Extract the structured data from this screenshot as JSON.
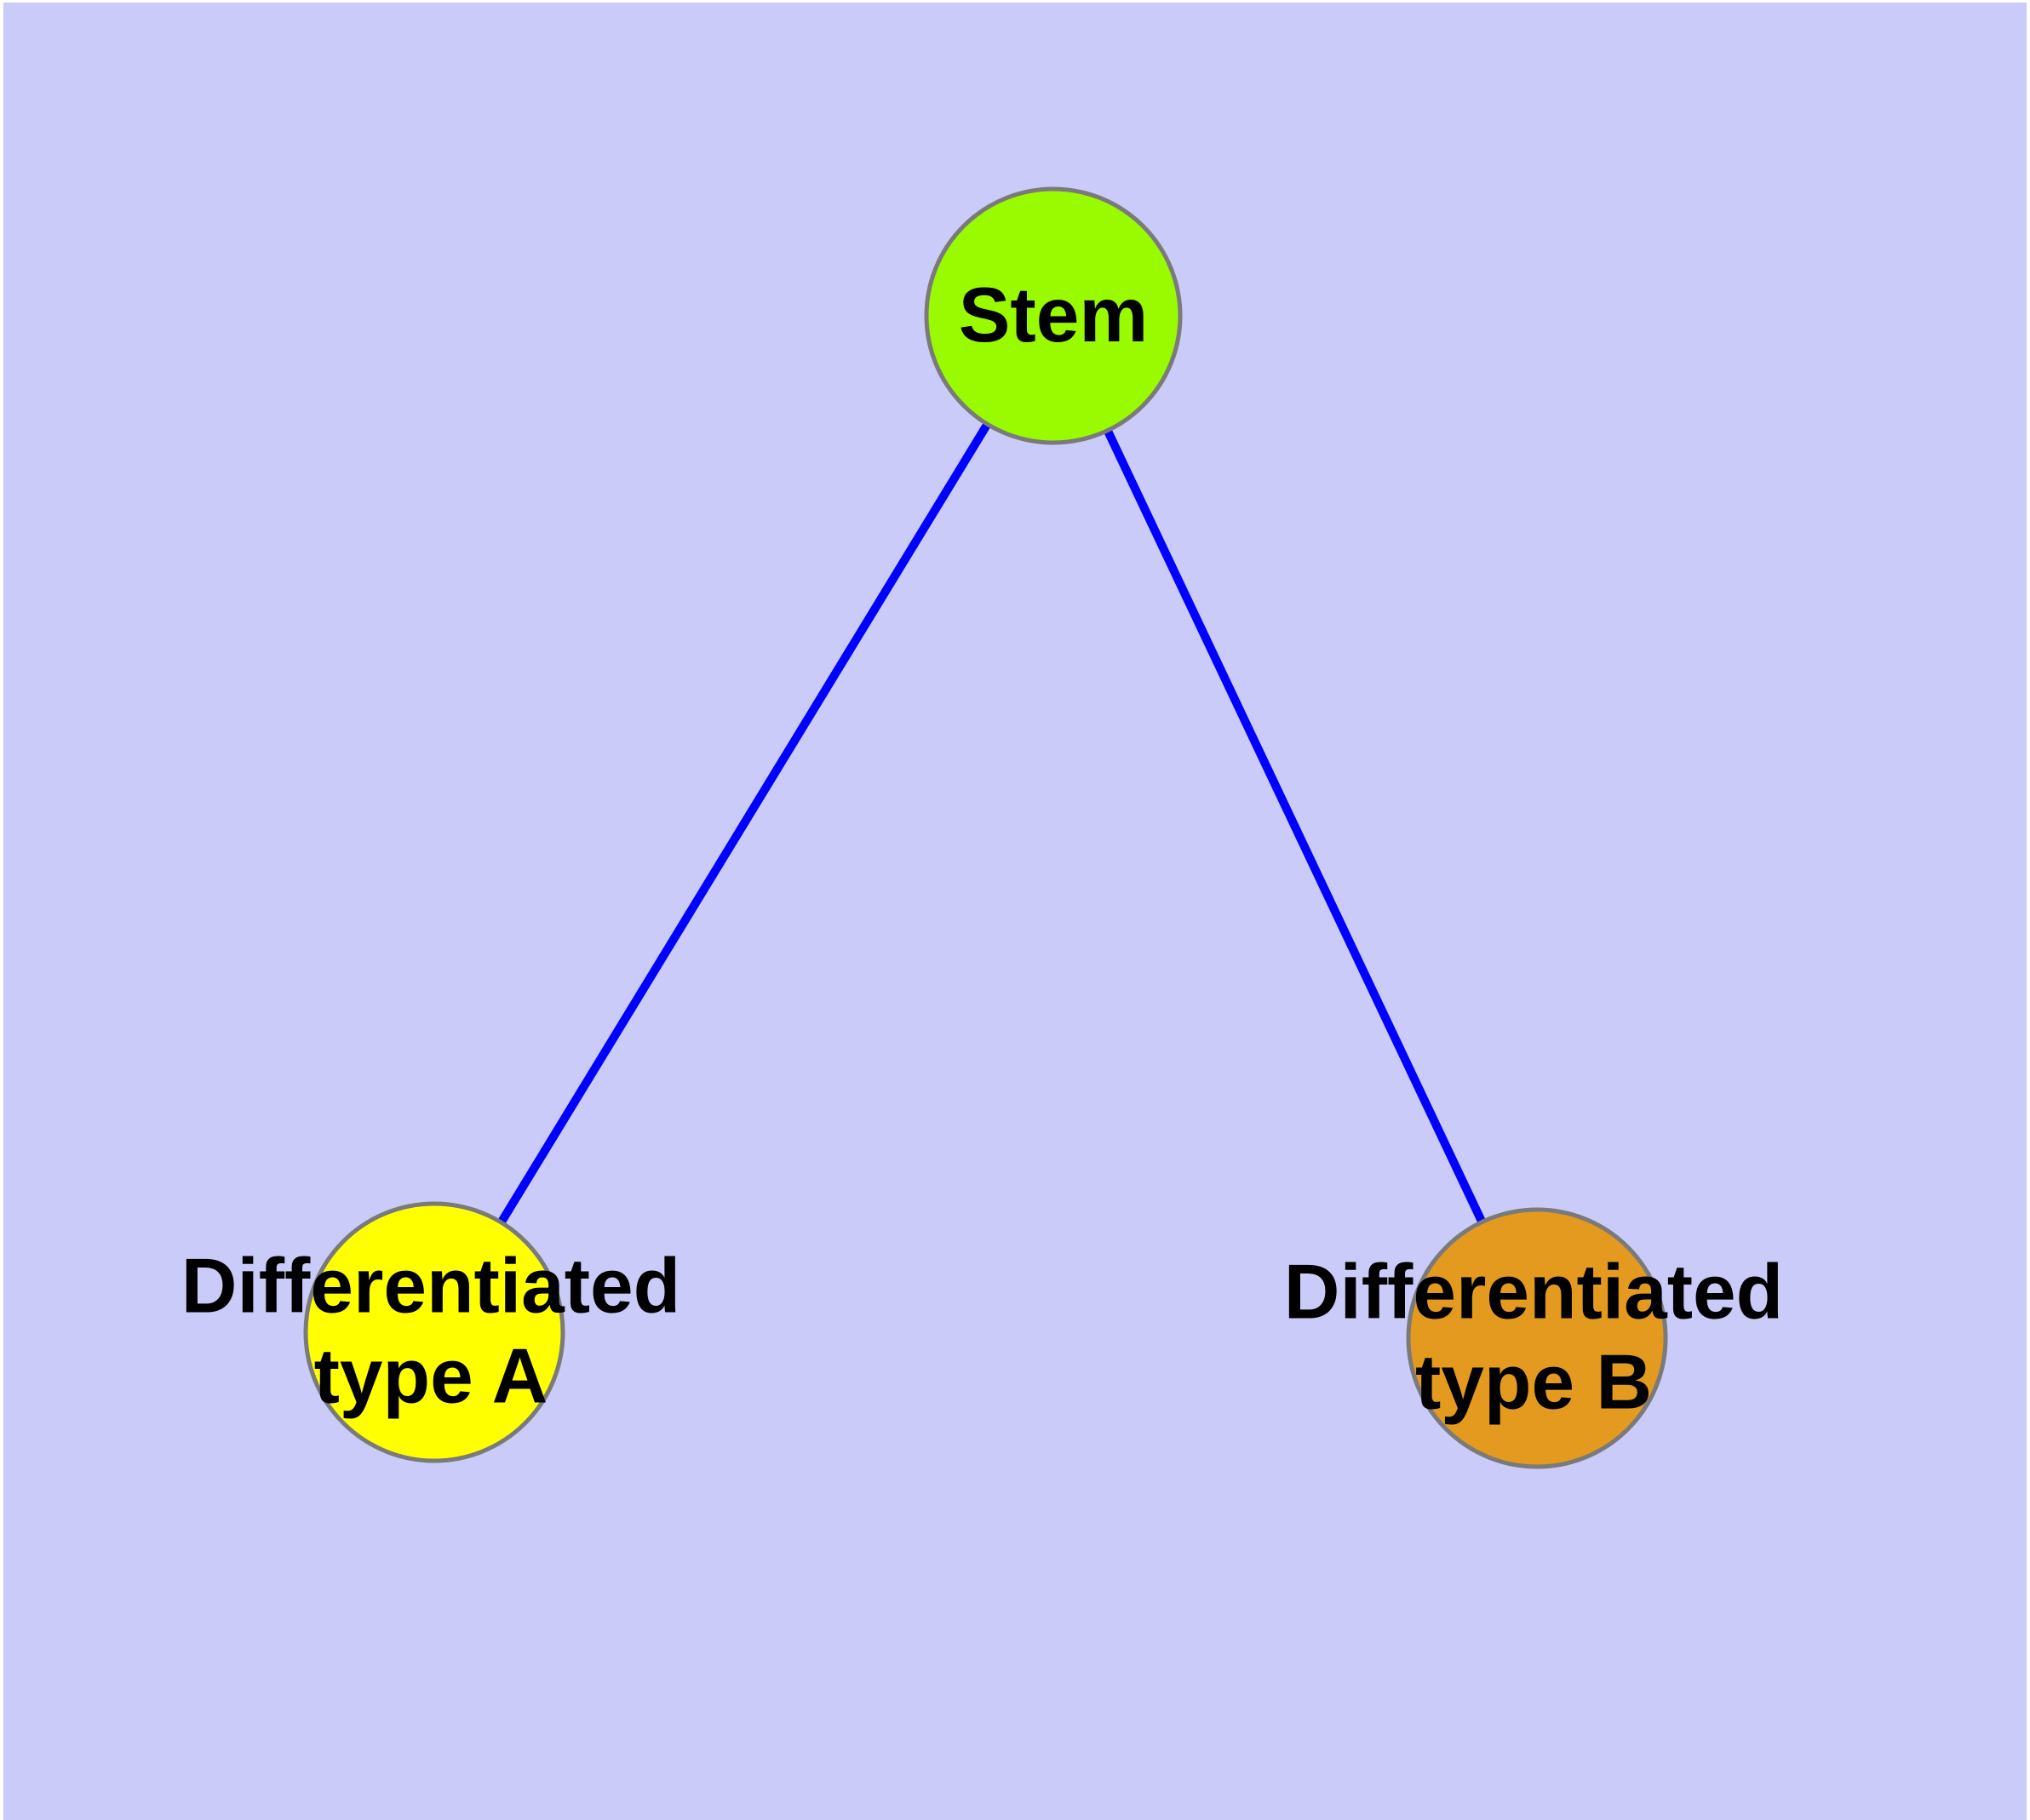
{
  "diagram": {
    "title": "",
    "background_color": "#CACBF8",
    "page_border_color": "#FFFFFF",
    "edge_color": "#0000FF",
    "node_outline_color": "#7A7A7A",
    "text_color": "#000000",
    "nodes": [
      {
        "id": "stem",
        "label": "Stem",
        "fill": "#9AFA00"
      },
      {
        "id": "differentiated-type-a",
        "label": "Differentiated\ntype A",
        "fill": "#FFFF00"
      },
      {
        "id": "differentiated-type-b",
        "label": "Differentiated\ntype B",
        "fill": "#E39A1E"
      }
    ],
    "edges": [
      {
        "from": "stem",
        "to": "differentiated-type-a"
      },
      {
        "from": "stem",
        "to": "differentiated-type-b"
      }
    ]
  }
}
